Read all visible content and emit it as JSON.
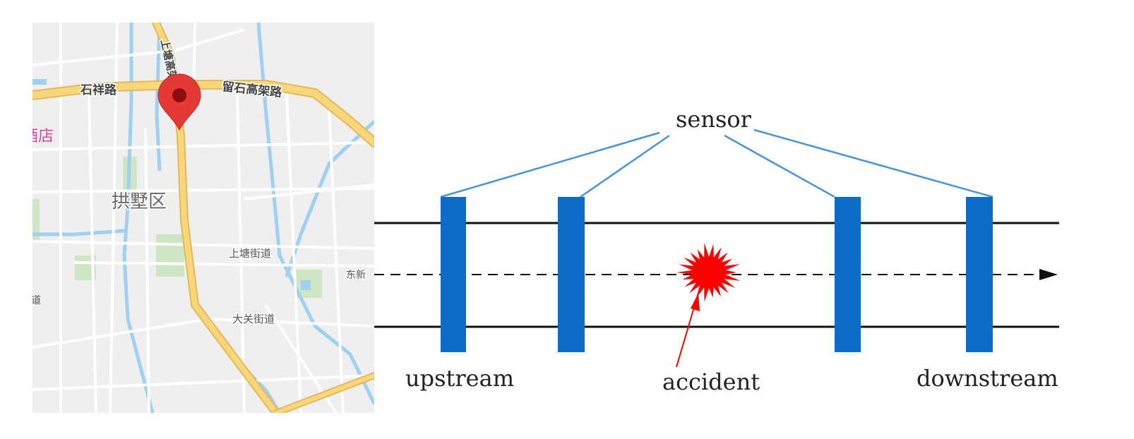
{
  "map": {
    "labels": {
      "road_shixiang": "石祥路",
      "road_liushi": "留石高架路",
      "road_shangtang_elevated": "上塘高架",
      "hotel_fragment": "酒店",
      "district": "拱墅区",
      "street_shangtang": "上塘街道",
      "street_daguan": "大关街道",
      "fragment_dongxin": "东新",
      "fragment_dao": "道"
    },
    "marker": {
      "icon": "map-pin-icon",
      "color": "#e53935"
    },
    "colors": {
      "background": "#efefef",
      "major_road": "#f7d77a",
      "road_outline": "#e5b85a",
      "minor_road": "#ffffff",
      "water": "#9fd0f2",
      "park": "#cfe6c4",
      "poi_text": "#e0479a"
    }
  },
  "diagram": {
    "labels": {
      "sensor": "sensor",
      "upstream": "upstream",
      "accident": "accident",
      "downstream": "downstream"
    },
    "sensor_count": 4,
    "colors": {
      "sensor_fill": "#0d6cc7",
      "sensor_line": "#4a93d6",
      "road_line": "#111111",
      "accident": "#ff0000",
      "arrow": "#ff0000"
    }
  }
}
